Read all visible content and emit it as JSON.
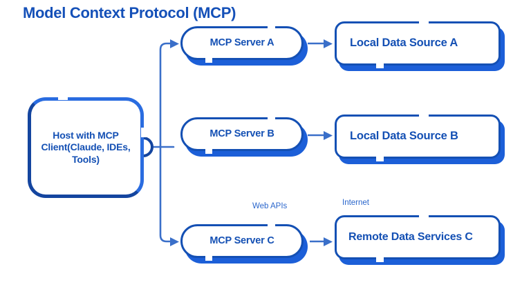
{
  "diagram": {
    "title": "Model Context Protocol (MCP)",
    "colors": {
      "title": "#1450b8",
      "node_text": "#1450b4",
      "node_border": "#1450b4",
      "node_shadow": "#1c5fd8",
      "host_border": "#14459f",
      "connector": "#3a6fc9",
      "caption": "#2a66cc",
      "background": "#ffffff"
    },
    "host": {
      "label": "Host with MCP Client(Claude, IDEs, Tools)"
    },
    "servers": [
      {
        "label": "MCP Server A"
      },
      {
        "label": "MCP Server B"
      },
      {
        "label": "MCP Server C"
      }
    ],
    "sinks": [
      {
        "label": "Local Data Source A"
      },
      {
        "label": "Local Data Source B"
      },
      {
        "label": "Remote Data Services C"
      }
    ],
    "captions": [
      {
        "label": "Web APIs"
      },
      {
        "label": "Internet"
      }
    ]
  }
}
